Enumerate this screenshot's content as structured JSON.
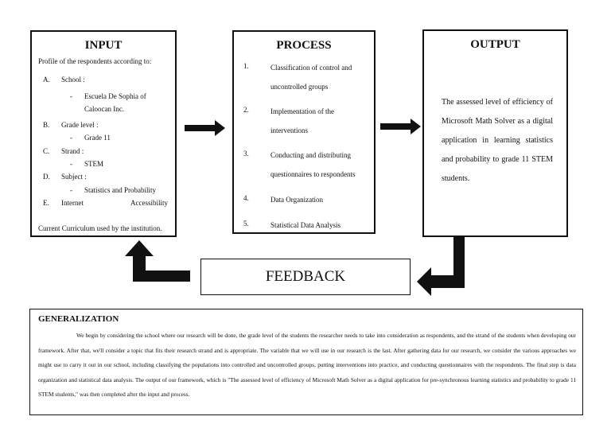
{
  "input": {
    "title": "INPUT",
    "intro": "Profile of the respondents according to:",
    "items": [
      {
        "letter": "A.",
        "label": "School :",
        "sub": [
          "Escuela De Sophia of",
          "Caloocan Inc."
        ]
      },
      {
        "letter": "B.",
        "label": "Grade level :",
        "sub": [
          "Grade 11"
        ]
      },
      {
        "letter": "C.",
        "label": "Strand :",
        "sub": [
          "STEM"
        ]
      },
      {
        "letter": "D.",
        "label": "Subject :",
        "sub": [
          "Statistics and Probability"
        ]
      },
      {
        "letter": "E.",
        "label": "Internet",
        "label2": "Accessibility"
      }
    ],
    "footer": "Current Curriculum used by the institution.",
    "dash": "-"
  },
  "process": {
    "title": "PROCESS",
    "steps": [
      {
        "num": "1.",
        "lines": [
          "Classification of control and",
          "uncontrolled groups"
        ]
      },
      {
        "num": "2.",
        "lines": [
          "Implementation of the",
          "interventions"
        ]
      },
      {
        "num": "3.",
        "lines": [
          "Conducting and distributing",
          "questionnaires to respondents"
        ]
      },
      {
        "num": "4.",
        "lines": [
          "Data Organization"
        ]
      },
      {
        "num": "5.",
        "lines": [
          "Statistical Data Analysis"
        ]
      }
    ]
  },
  "output": {
    "title": "OUTPUT",
    "text": "The assessed level of efficiency of Microsoft Math Solver as a digital application in learning statistics and probability to grade 11 STEM students."
  },
  "feedback": {
    "label": "FEEDBACK"
  },
  "generalization": {
    "title": "GENERALIZATION",
    "text": "We begin by considering the school where our research will be done, the grade level of the students the researcher needs to take into consideration as respondents, and the strand of the students when developing our framework. After that, we'll consider a topic that fits their research strand and is appropriate. The variable that we will use in our research is the last. After gathering data for our research, we consider the various approaches we might use to carry it out in our school, including classifying the populations into controlled and uncontrolled groups, putting interventions into practice, and conducting questionnaires with the respondents. The final step is data organization and statistical data analysis. The output of our framework, which is \"The assessed level of efficiency of Microsoft Math Solver as a digital application for pre-synchronous learning statistics and probability to grade 11 STEM students,\" was then completed after the input and process."
  }
}
